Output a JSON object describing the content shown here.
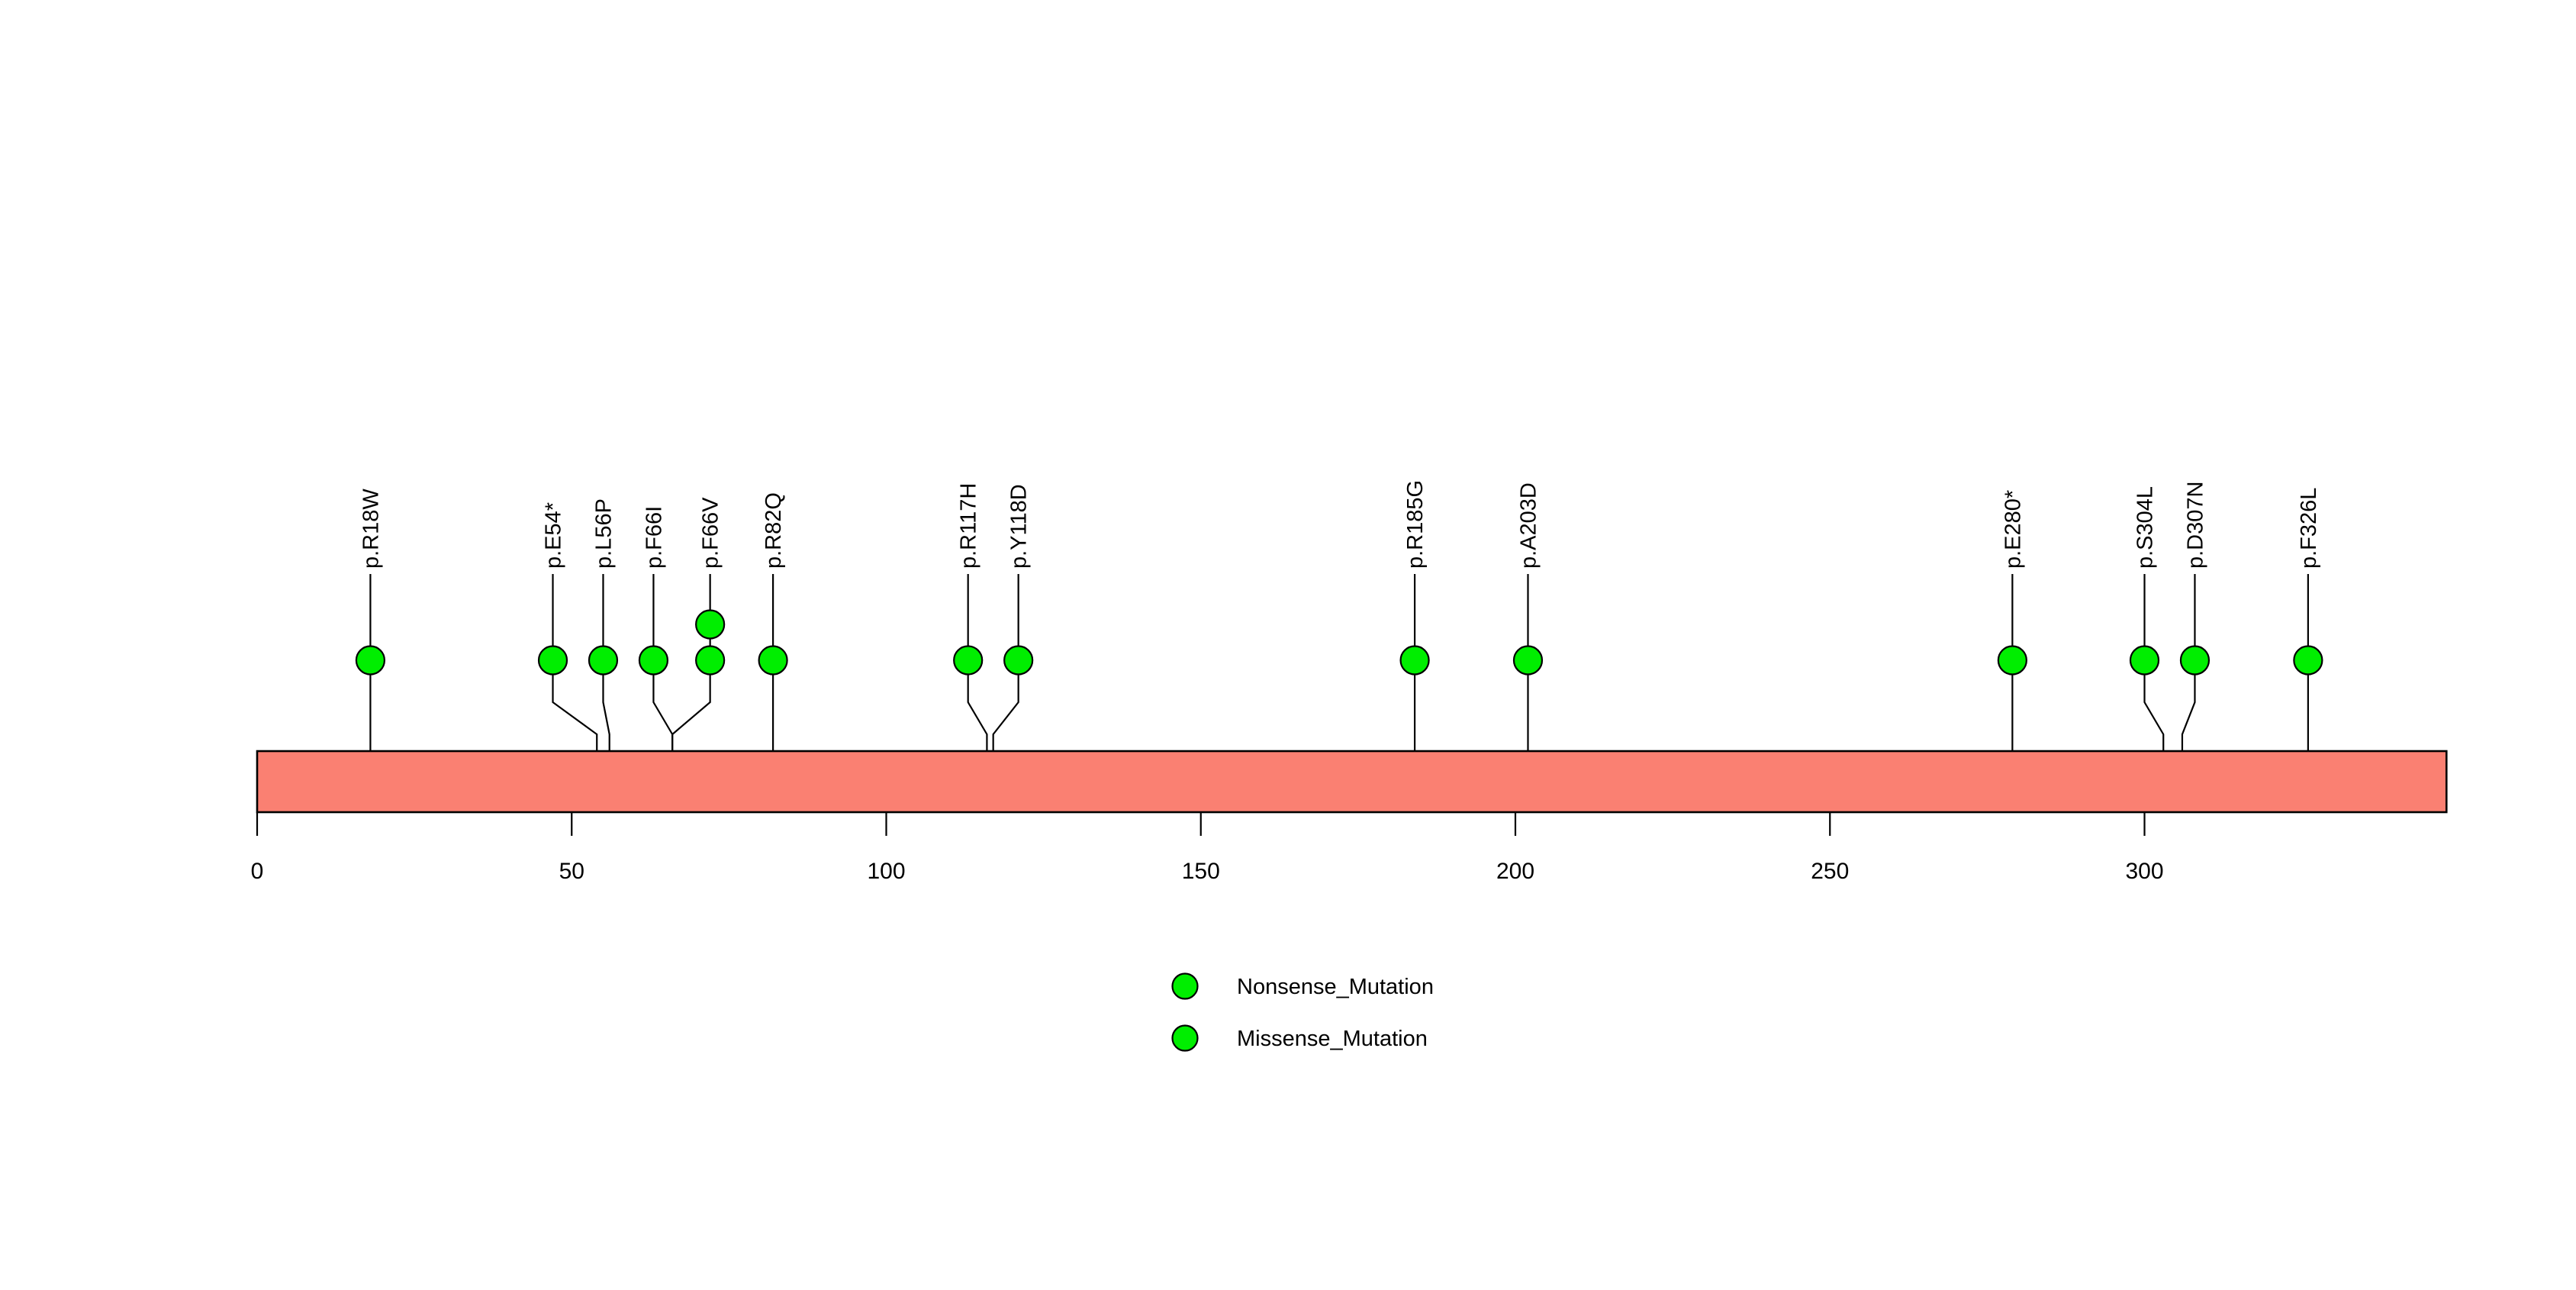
{
  "chart_data": {
    "type": "lollipop",
    "title": "",
    "xlabel": "",
    "ylabel": "",
    "protein_length": 348,
    "xlim": [
      0,
      348
    ],
    "axis_ticks": [
      0,
      50,
      100,
      150,
      200,
      250,
      300
    ],
    "grid": false,
    "protein_bar": {
      "name": "protein-backbone",
      "start": 0,
      "end": 348,
      "color": "#FA8072",
      "border_color": "#000000"
    },
    "legend": {
      "position": "bottom-center",
      "entries": [
        {
          "label": "Nonsense_Mutation",
          "color": "#00EE00"
        },
        {
          "label": "Missense_Mutation",
          "color": "#00EE00"
        }
      ]
    },
    "mutations": [
      {
        "label": "p.R18W",
        "position": 18,
        "count": 1,
        "color": "#00EE00",
        "label_x": 18,
        "type": "Missense_Mutation"
      },
      {
        "label": "p.E54*",
        "position": 54,
        "count": 1,
        "color": "#00EE00",
        "label_x": 47,
        "type": "Nonsense_Mutation"
      },
      {
        "label": "p.L56P",
        "position": 56,
        "count": 1,
        "color": "#00EE00",
        "label_x": 55,
        "type": "Missense_Mutation"
      },
      {
        "label": "p.F66I",
        "position": 66,
        "count": 1,
        "color": "#00EE00",
        "label_x": 63,
        "type": "Missense_Mutation"
      },
      {
        "label": "p.F66V",
        "position": 66,
        "count": 2,
        "color": "#00EE00",
        "label_x": 72,
        "type": "Missense_Mutation"
      },
      {
        "label": "p.R82Q",
        "position": 82,
        "count": 1,
        "color": "#00EE00",
        "label_x": 82,
        "type": "Missense_Mutation"
      },
      {
        "label": "p.R117H",
        "position": 116,
        "count": 1,
        "color": "#00EE00",
        "label_x": 113,
        "type": "Missense_Mutation"
      },
      {
        "label": "p.Y118D",
        "position": 117,
        "count": 1,
        "color": "#00EE00",
        "label_x": 121,
        "type": "Missense_Mutation"
      },
      {
        "label": "p.R185G",
        "position": 184,
        "count": 1,
        "color": "#00EE00",
        "label_x": 184,
        "type": "Missense_Mutation"
      },
      {
        "label": "p.A203D",
        "position": 202,
        "count": 1,
        "color": "#00EE00",
        "label_x": 202,
        "type": "Missense_Mutation"
      },
      {
        "label": "p.E280*",
        "position": 279,
        "count": 1,
        "color": "#00EE00",
        "label_x": 279,
        "type": "Nonsense_Mutation"
      },
      {
        "label": "p.S304L",
        "position": 303,
        "count": 1,
        "color": "#00EE00",
        "label_x": 300,
        "type": "Missense_Mutation"
      },
      {
        "label": "p.D307N",
        "position": 306,
        "count": 1,
        "color": "#00EE00",
        "label_x": 308,
        "type": "Missense_Mutation"
      },
      {
        "label": "p.F326L",
        "position": 326,
        "count": 1,
        "color": "#00EE00",
        "label_x": 326,
        "type": "Missense_Mutation"
      }
    ]
  },
  "colors": {
    "marker_green": "#00EE00",
    "backbone_salmon": "#FA8072",
    "outline_black": "#000000",
    "background": "#FFFFFF"
  }
}
